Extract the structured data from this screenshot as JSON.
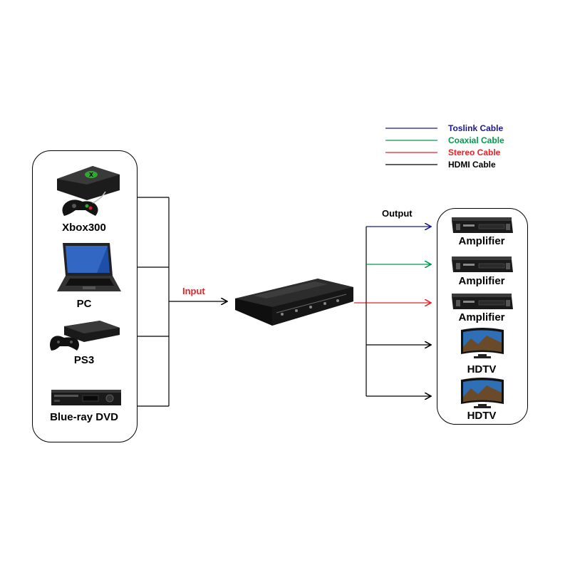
{
  "legend": [
    {
      "label": "Toslink Cable",
      "color": "#1a1a8c"
    },
    {
      "label": "Coaxial Cable",
      "color": "#009a4e"
    },
    {
      "label": "Stereo Cable",
      "color": "#e3232a"
    },
    {
      "label": "HDMI Cable",
      "color": "#000000"
    }
  ],
  "inputs": [
    {
      "label": "Xbox300",
      "icon": "xbox-console-icon"
    },
    {
      "label": "PC",
      "icon": "laptop-icon"
    },
    {
      "label": "PS3",
      "icon": "ps3-console-icon"
    },
    {
      "label": "Blue-ray DVD",
      "icon": "dvd-player-icon"
    }
  ],
  "outputs": [
    {
      "label": "Amplifier",
      "icon": "amplifier-icon",
      "cable": "Toslink Cable"
    },
    {
      "label": "Amplifier",
      "icon": "amplifier-icon",
      "cable": "Coaxial Cable"
    },
    {
      "label": "Amplifier",
      "icon": "amplifier-icon",
      "cable": "Stereo Cable"
    },
    {
      "label": "HDTV",
      "icon": "tv-icon",
      "cable": "HDMI Cable"
    },
    {
      "label": "HDTV",
      "icon": "tv-icon",
      "cable": "HDMI Cable"
    }
  ],
  "input_label": "Input",
  "input_label_color": "#e3232a",
  "output_label": "Output",
  "switch_icon": "hdmi-matrix-switch-icon"
}
